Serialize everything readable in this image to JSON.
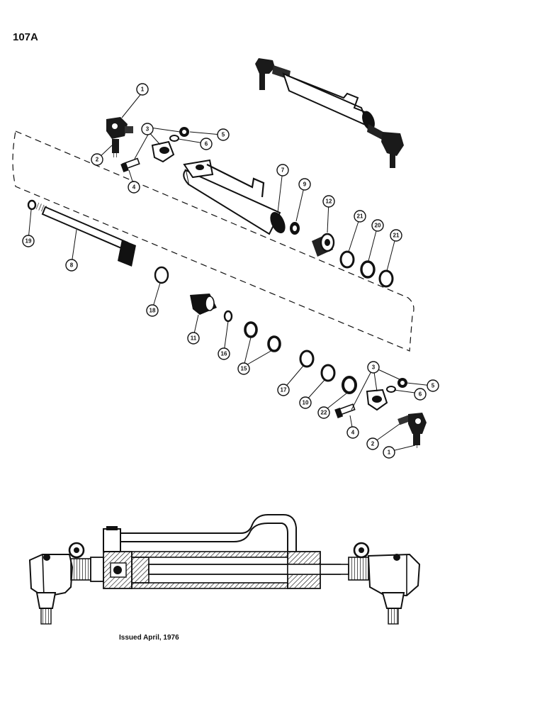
{
  "page": {
    "number": "107A",
    "issued": "Issued April, 1976"
  },
  "callouts": {
    "c1a": "1",
    "c2a": "2",
    "c3a": "3",
    "c4a": "4",
    "c5a": "5",
    "c6a": "6",
    "c7": "7",
    "c8": "8",
    "c9": "9",
    "c10": "10",
    "c11": "11",
    "c12": "12",
    "c15": "15",
    "c16": "16",
    "c17": "17",
    "c18": "18",
    "c19": "19",
    "c20": "20",
    "c21a": "21",
    "c21b": "21",
    "c22": "22",
    "c3b": "3",
    "c5b": "5",
    "c6b": "6",
    "c4b": "4",
    "c2b": "2",
    "c1b": "1"
  }
}
